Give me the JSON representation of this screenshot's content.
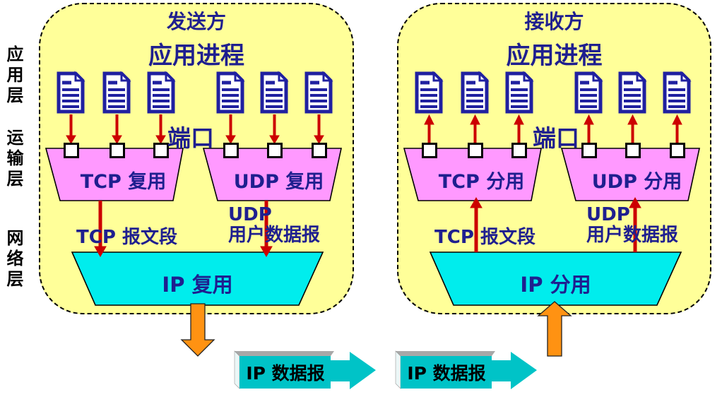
{
  "colors": {
    "panel_fill": "#FFFF99",
    "navy_text": "#1F1F8F",
    "pink_trapezoid": "#FF99FF",
    "cyan_trapezoid": "#00EDED",
    "red_arrow": "#CC0000",
    "orange_arrow": "#FF9212",
    "teal_box": "#00C3C7"
  },
  "layer_labels": [
    {
      "label": "应用层"
    },
    {
      "label": "运输层"
    },
    {
      "label": "网络层"
    }
  ],
  "panels": [
    {
      "title": "发送方",
      "app_process_label": "应用进程",
      "port_label": "端口",
      "tcp_trapezoid_label": "TCP 复用",
      "udp_trapezoid_label": "UDP 复用",
      "tcp_pdu_label": "TCP 报文段",
      "udp_pdu_line1": "UDP",
      "udp_pdu_line2": "用户数据报",
      "ip_trapezoid_label": "IP 复用",
      "flow_direction": "down"
    },
    {
      "title": "接收方",
      "app_process_label": "应用进程",
      "port_label": "端口",
      "tcp_trapezoid_label": "TCP 分用",
      "udp_trapezoid_label": "UDP 分用",
      "tcp_pdu_label": "TCP 报文段",
      "udp_pdu_line1": "UDP",
      "udp_pdu_line2": "用户数据报",
      "ip_trapezoid_label": "IP 分用",
      "flow_direction": "up"
    }
  ],
  "ip_datagrams": [
    {
      "label": "IP 数据报"
    },
    {
      "label": "IP 数据报"
    }
  ]
}
